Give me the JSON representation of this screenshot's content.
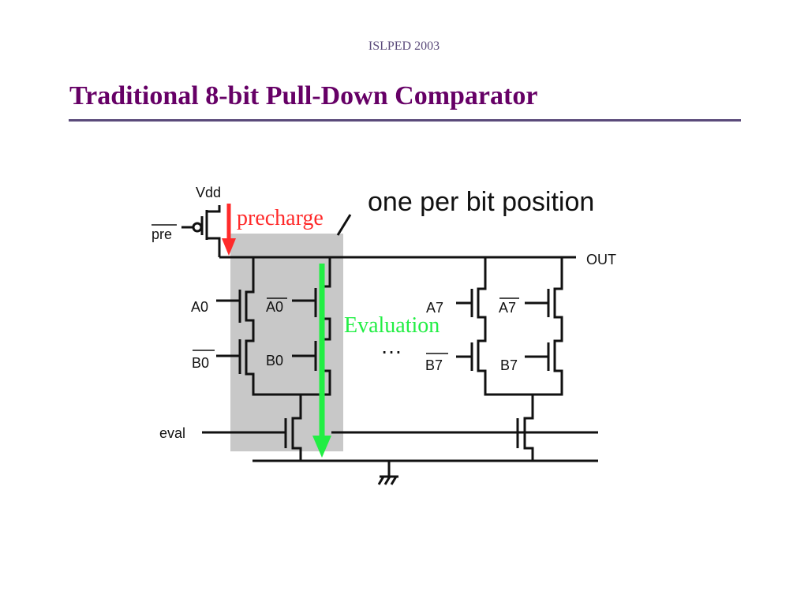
{
  "slide": {
    "conference": "ISLPED 2003",
    "title": "Traditional 8-bit Pull-Down Comparator"
  },
  "diagram": {
    "note": "one per bit position",
    "labels": {
      "vdd": "Vdd",
      "pre": "pre",
      "out": "OUT",
      "a0": "A0",
      "a0_bar": "A0",
      "b0_bar": "B0",
      "b0": "B0",
      "a7": "A7",
      "a7_bar": "A7",
      "b7_bar": "B7",
      "b7": "B7",
      "eval": "eval",
      "ellipsis": "…"
    },
    "annotations": {
      "precharge": "precharge",
      "evaluation": "Evaluation"
    },
    "colors": {
      "precharge": "#ff2a2a",
      "evaluation": "#22ee44",
      "title": "#660066",
      "highlight": "#c8c8c8"
    }
  }
}
